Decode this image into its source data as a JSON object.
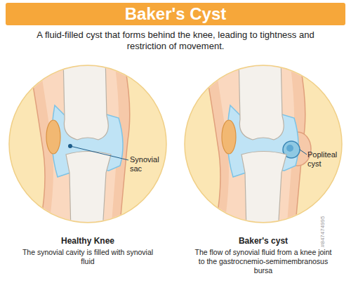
{
  "diagram": {
    "title": "Baker's Cyst",
    "caption": "A fluid-filled cyst that forms behind the knee, leading to tightness and restriction of movement.",
    "nodes": [
      {
        "text": [
          "Healthy Knee",
          "The synovial cavity is filled with synovial fluid"
        ]
      },
      {
        "text": [
          "Baker's cyst",
          "The flow of synovial fluid from a knee joint to the gastrocnemio-semimembranosus bursa"
        ]
      }
    ],
    "labels": [
      "Synovial sac",
      "Popliteal cyst",
      "#847474995"
    ]
  }
}
